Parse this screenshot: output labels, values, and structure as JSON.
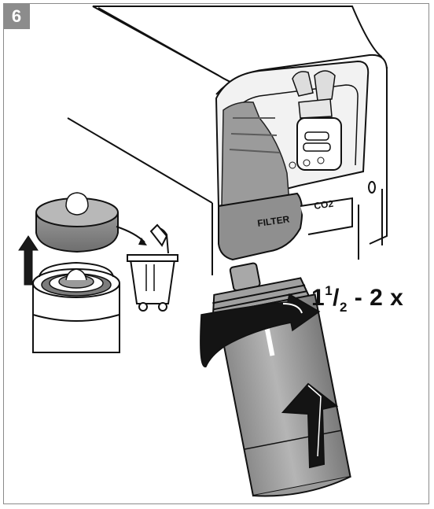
{
  "step": {
    "number": "6"
  },
  "rotation": {
    "whole": "1",
    "numerator": "1",
    "slash": "/",
    "denominator": "2",
    "rest": " - 2 x"
  },
  "labels": {
    "filter": "FILTER",
    "co2": "CO2"
  }
}
